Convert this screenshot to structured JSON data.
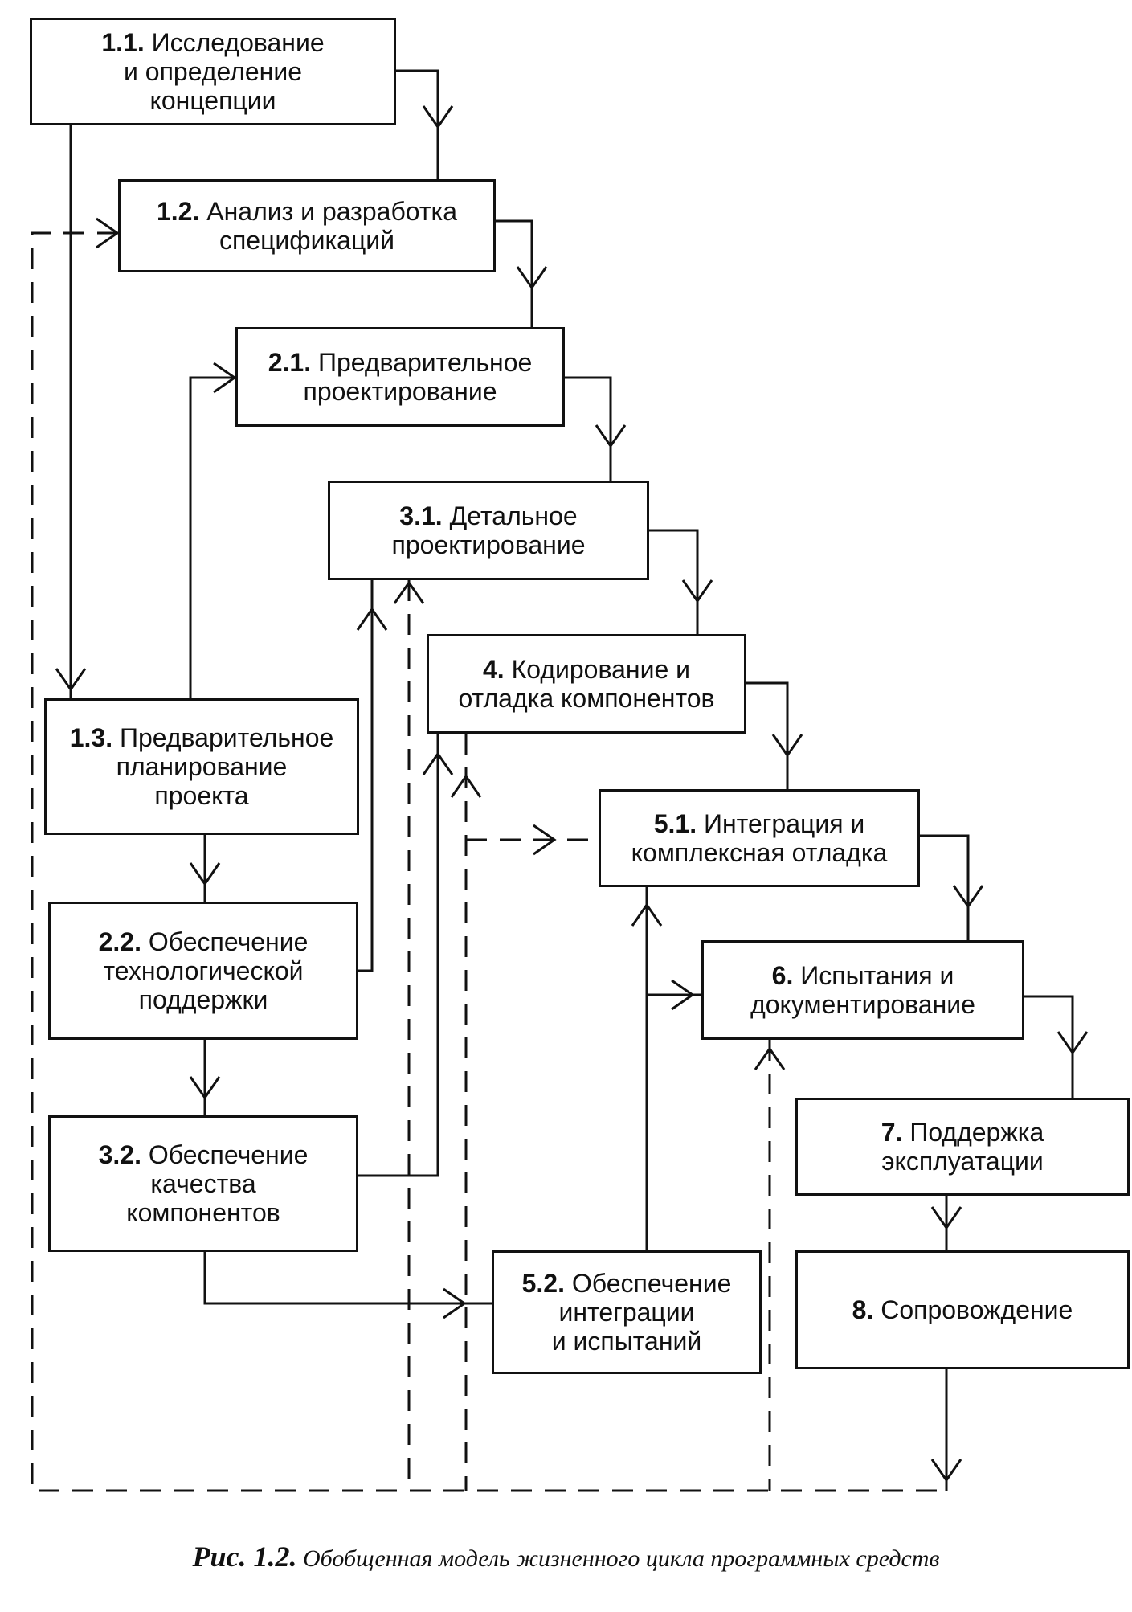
{
  "nodes": [
    {
      "id": "n11",
      "num": "1.1.",
      "text": "Исследование\nи определение\nконцепции"
    },
    {
      "id": "n12",
      "num": "1.2.",
      "text": "Анализ и разработка\nспецификаций"
    },
    {
      "id": "n21",
      "num": "2.1.",
      "text": "Предварительное\nпроектирование"
    },
    {
      "id": "n31",
      "num": "3.1.",
      "text": "Детальное\nпроектирование"
    },
    {
      "id": "n4",
      "num": "4.",
      "text": "Кодирование и\nотладка компонентов"
    },
    {
      "id": "n51",
      "num": "5.1.",
      "text": "Интеграция и\nкомплексная отладка"
    },
    {
      "id": "n6",
      "num": "6.",
      "text": "Испытания и\nдокументирование"
    },
    {
      "id": "n7",
      "num": "7.",
      "text": "Поддержка\nэксплуатации"
    },
    {
      "id": "n8",
      "num": "8.",
      "text": "Сопровождение"
    },
    {
      "id": "n13",
      "num": "1.3.",
      "text": "Предварительное\nпланирование\nпроекта"
    },
    {
      "id": "n22",
      "num": "2.2.",
      "text": "Обеспечение\nтехнологической\nподдержки"
    },
    {
      "id": "n32",
      "num": "3.2.",
      "text": "Обеспечение\nкачества\nкомпонентов"
    },
    {
      "id": "n52",
      "num": "5.2.",
      "text": "Обеспечение\nинтеграции\nи испытаний"
    }
  ],
  "caption": {
    "label": "Рис. 1.2.",
    "text": "Обобщенная модель жизненного цикла программных средств"
  },
  "colors": {
    "line": "#111111",
    "background": "#ffffff"
  }
}
